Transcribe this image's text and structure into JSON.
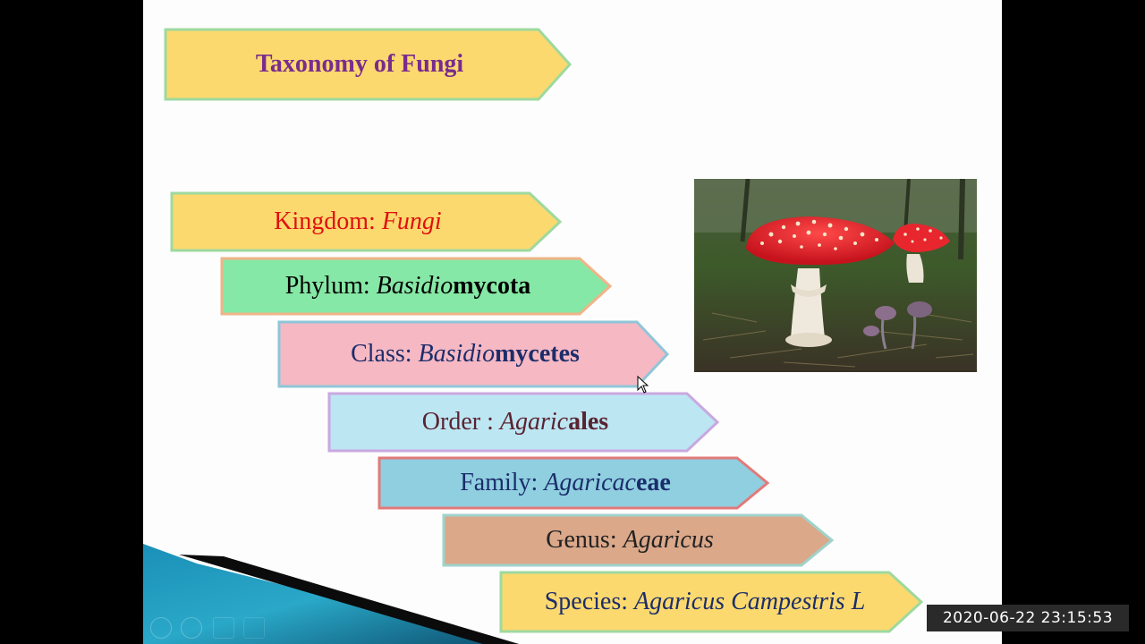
{
  "slide": {
    "title": "Taxonomy of Fungi",
    "ranks": [
      {
        "rank": "Kingdom:",
        "name_italic": "Fungi",
        "name_bold": "",
        "text_color": "#e01010",
        "fill": "#fbd96e"
      },
      {
        "rank": "Phylum:",
        "name_italic": "Basidio",
        "name_bold": "mycota",
        "text_color": "#000000",
        "fill": "#86e8a6"
      },
      {
        "rank": "Class:",
        "name_italic": "Basidio",
        "name_bold": "mycetes",
        "text_color": "#1c2d6b",
        "fill": "#f6b8c3"
      },
      {
        "rank": "Order :",
        "name_italic": "Agaric",
        "name_bold": "ales",
        "text_color": "#5a2330",
        "fill": "#bde6f3"
      },
      {
        "rank": "Family:",
        "name_italic": "Agaricac",
        "name_bold": "eae",
        "text_color": "#1c2d6b",
        "fill": "#8fcfe0"
      },
      {
        "rank": "Genus:",
        "name_italic": "Agaricus",
        "name_bold": "",
        "text_color": "#222222",
        "fill": "#dba88a"
      },
      {
        "rank": "Species:",
        "name_italic": "Agaricus Campestris L",
        "name_bold": "",
        "text_color": "#1c2d6b",
        "fill": "#fbd96e"
      }
    ]
  },
  "timestamp": "2020-06-22 23:15:53"
}
